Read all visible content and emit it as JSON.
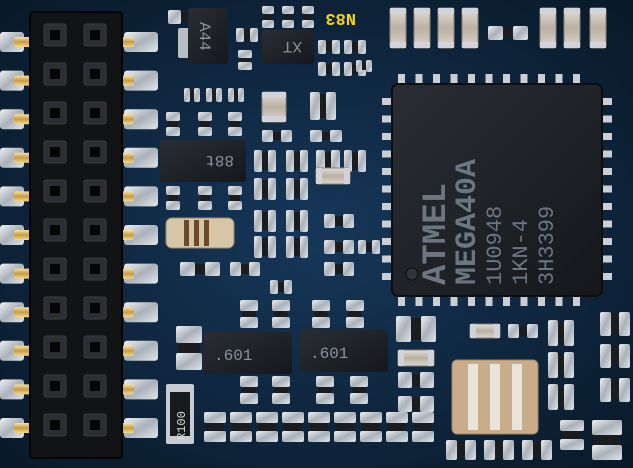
{
  "photo": {
    "subject": "PCB module with header, microcontroller and SMD parts",
    "colors": {
      "pcb": "#0f2a45",
      "pcb_dark": "#091a2c",
      "pad": "#c7ccd3",
      "ic_body": "#1c1f24",
      "ic_text": "#6d7580",
      "header": "#121315",
      "silk_yellow": "#f2d21e",
      "resistor_label": "#d9d9d9"
    }
  },
  "markings": {
    "board_code": "N83",
    "chip_top_left": "A44",
    "chip_xt": "XT",
    "sot_left": "88t",
    "sot_bottom_1": ".601",
    "sot_bottom_2": ".601",
    "resistor": "R100",
    "mcu_line1": "ATMEL",
    "mcu_line2": "MEGA40A",
    "mcu_line3": "1U0948",
    "mcu_line4": "1KN-4",
    "mcu_line5": "3H3399"
  }
}
